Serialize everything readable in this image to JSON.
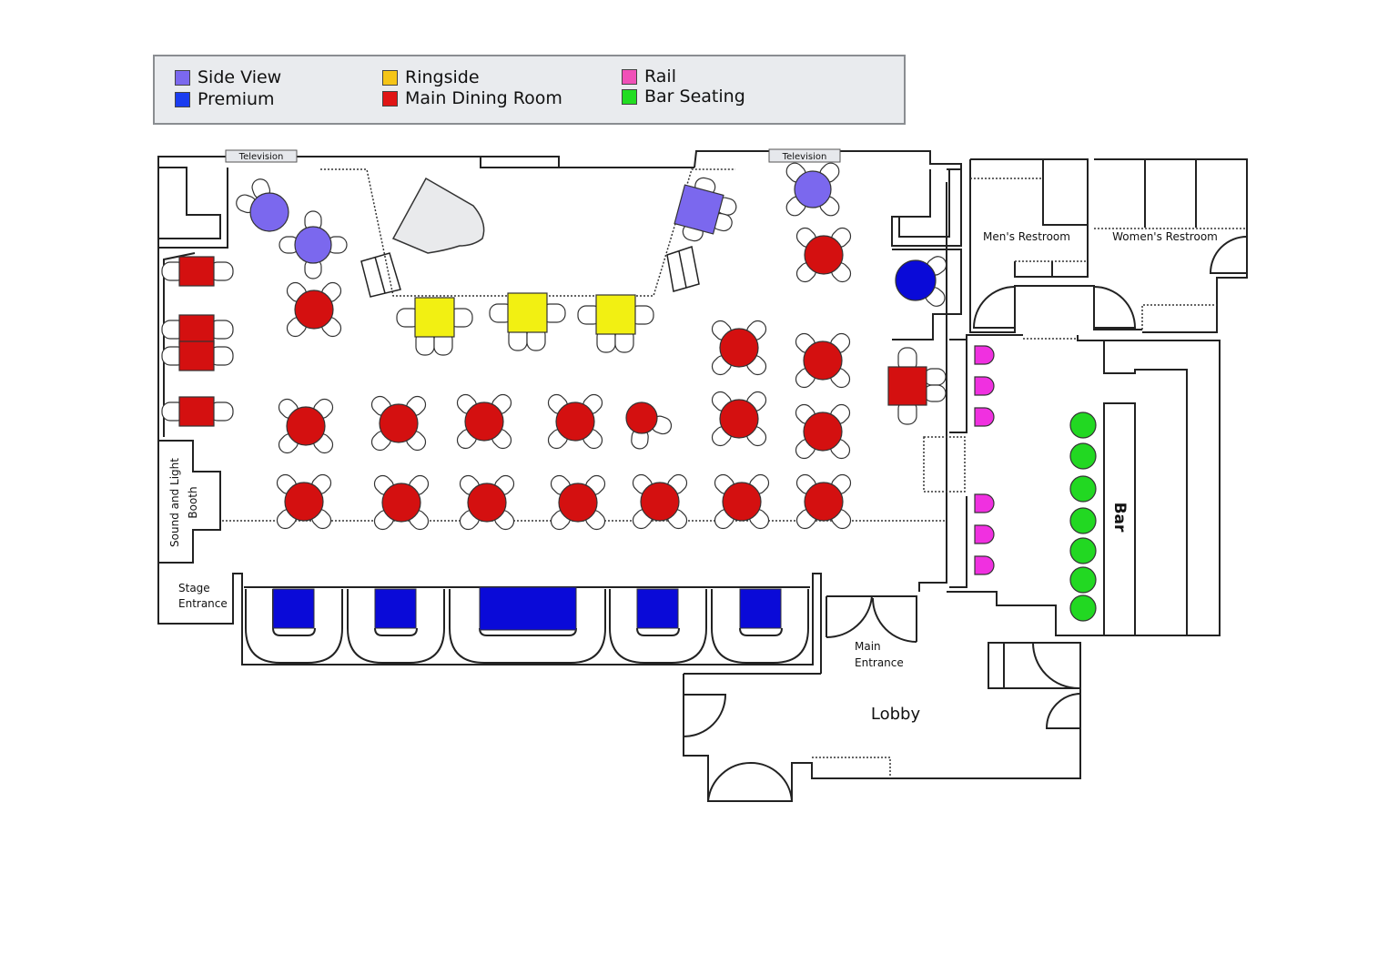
{
  "legend": [
    {
      "label": "Side View",
      "color": "#7b68ee"
    },
    {
      "label": "Premium",
      "color": "#1a3cf0"
    },
    {
      "label": "Ringside",
      "color": "#f5c518"
    },
    {
      "label": "Main Dining Room",
      "color": "#e01515"
    },
    {
      "label": "Rail",
      "color": "#f050b8"
    },
    {
      "label": "Bar Seating",
      "color": "#22dd22"
    }
  ],
  "colors": {
    "side_view": "#7b68ee",
    "premium": "#0a0ad8",
    "ringside": "#f2f012",
    "main_dining": "#d41010",
    "rail": "#f030e0",
    "bar_seating": "#22d822",
    "piano": "#e9eaec"
  },
  "labels": {
    "tv_left": "Television",
    "tv_right": "Television",
    "mens": "Men's Restroom",
    "womens": "Women's Restroom",
    "booth_line1": "Sound and Light",
    "booth_line2": "Booth",
    "stage_line1": "Stage",
    "stage_line2": "Entrance",
    "main_line1": "Main",
    "main_line2": "Entrance",
    "lobby": "Lobby",
    "bar": "Bar"
  }
}
